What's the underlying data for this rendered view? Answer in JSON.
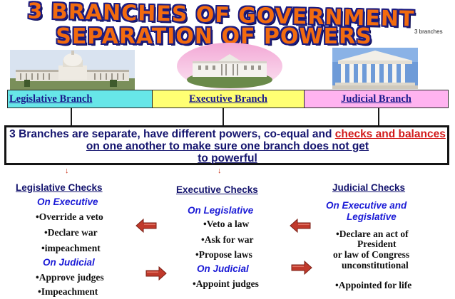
{
  "title": {
    "line1": "3 BRANCHES OF GOVERNMENT",
    "line2": "SEPARATION OF POWERS",
    "note": "3 branches"
  },
  "branches": [
    {
      "label": "Legislative Branch",
      "color": "#67e6e8"
    },
    {
      "label": "Executive Branch",
      "color": "#ffff73"
    },
    {
      "label": "Judicial Branch",
      "color": "#ffb3f0"
    }
  ],
  "summary": {
    "part1": "3 Branches are separate, have different powers, co-equal and ",
    "highlight": "checks and balances",
    "part2": " on one another to make sure one branch does not get ",
    "part3": "to powerful"
  },
  "columns": {
    "legislative": {
      "heading": "Legislative Checks",
      "on_executive": "On Executive",
      "exec_items": [
        "•Override a veto",
        "•Declare war",
        "•impeachment"
      ],
      "on_judicial": "On Judicial",
      "jud_items": [
        "•Approve judges",
        "•Impeachment"
      ]
    },
    "executive": {
      "heading": "Executive Checks",
      "on_legislative": "On Legislative",
      "leg_items": [
        "•Veto a law",
        "•Ask for war",
        "•Propose laws"
      ],
      "on_judicial": "On Judicial",
      "jud_items": [
        "•Appoint judges"
      ]
    },
    "judicial": {
      "heading": "Judicial Checks",
      "on_both_line1": "On Executive and",
      "on_both_line2": "Legislative",
      "items": [
        "•Declare an act of",
        "President",
        "or law of Congress",
        "unconstitutional"
      ],
      "appointed": "•Appointed for life"
    }
  },
  "colors": {
    "title_fill": "#f26b0f",
    "title_outline": "#1a1a80",
    "text_navy": "#14146e",
    "on_blue": "#1a1ad6",
    "arrow_red": "#c0392b",
    "highlight_red": "#d21a1a"
  }
}
